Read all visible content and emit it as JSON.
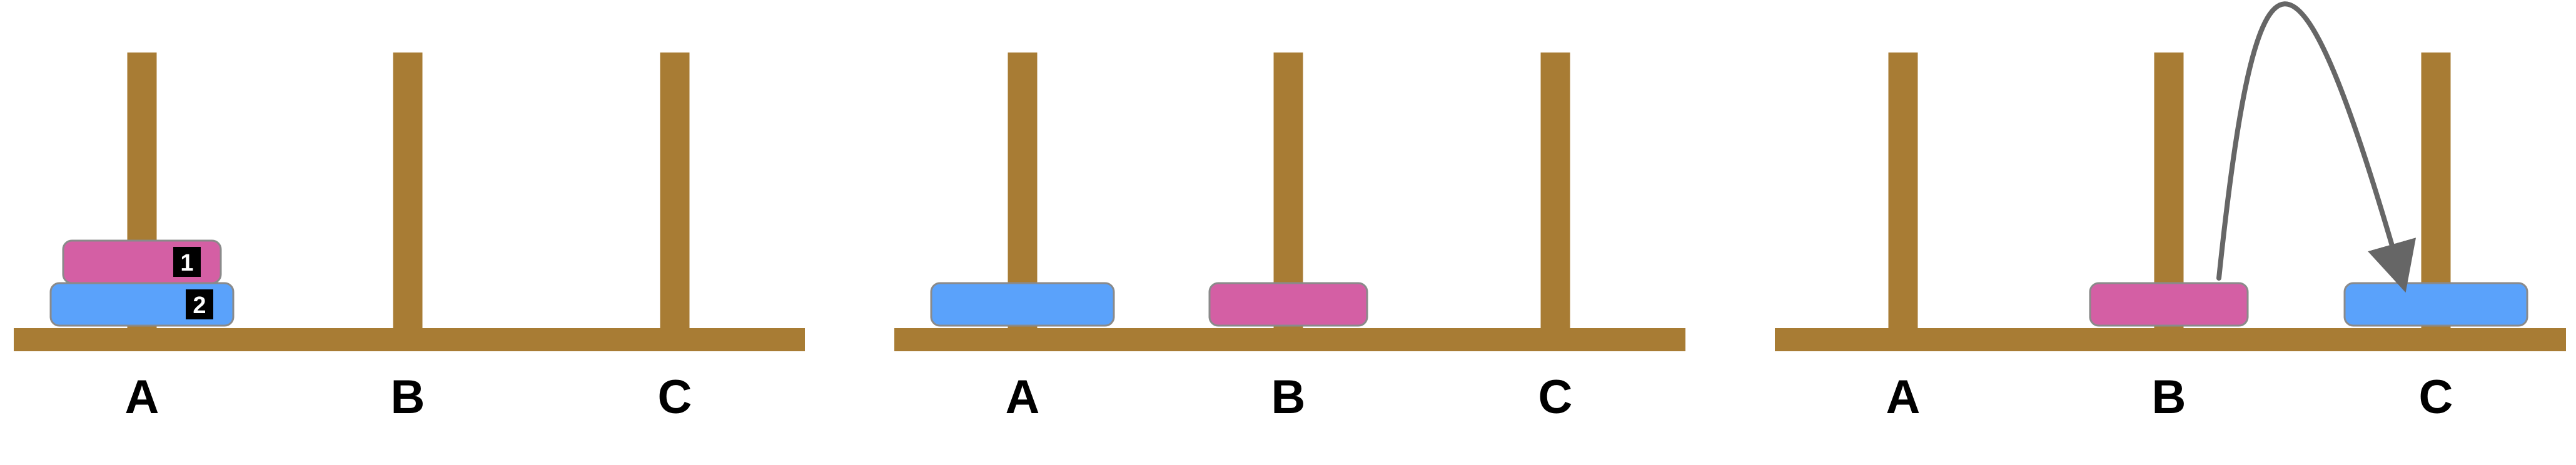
{
  "colors": {
    "wood": "#a87c34",
    "disk_pink": "#d45fa4",
    "disk_blue": "#5aa2fb",
    "disk_border": "#8a8a8a",
    "badge_bg": "#000000",
    "badge_text": "#ffffff",
    "arrow": "#666666",
    "label": "#000000"
  },
  "panels": [
    {
      "pegs": [
        {
          "label": "A",
          "disks": [
            {
              "size": 2,
              "color": "disk_blue",
              "badge": "2"
            },
            {
              "size": 1,
              "color": "disk_pink",
              "badge": "1"
            }
          ]
        },
        {
          "label": "B",
          "disks": []
        },
        {
          "label": "C",
          "disks": []
        }
      ]
    },
    {
      "pegs": [
        {
          "label": "A",
          "disks": [
            {
              "size": 2,
              "color": "disk_blue",
              "badge": ""
            }
          ]
        },
        {
          "label": "B",
          "disks": [
            {
              "size": 1,
              "color": "disk_pink",
              "badge": ""
            }
          ]
        },
        {
          "label": "C",
          "disks": []
        }
      ]
    },
    {
      "pegs": [
        {
          "label": "A",
          "disks": []
        },
        {
          "label": "B",
          "disks": [
            {
              "size": 1,
              "color": "disk_pink",
              "badge": ""
            }
          ]
        },
        {
          "label": "C",
          "disks": [
            {
              "size": 2,
              "color": "disk_blue",
              "badge": ""
            }
          ]
        }
      ],
      "move": {
        "from_peg": 1,
        "to_peg": 2
      }
    }
  ]
}
